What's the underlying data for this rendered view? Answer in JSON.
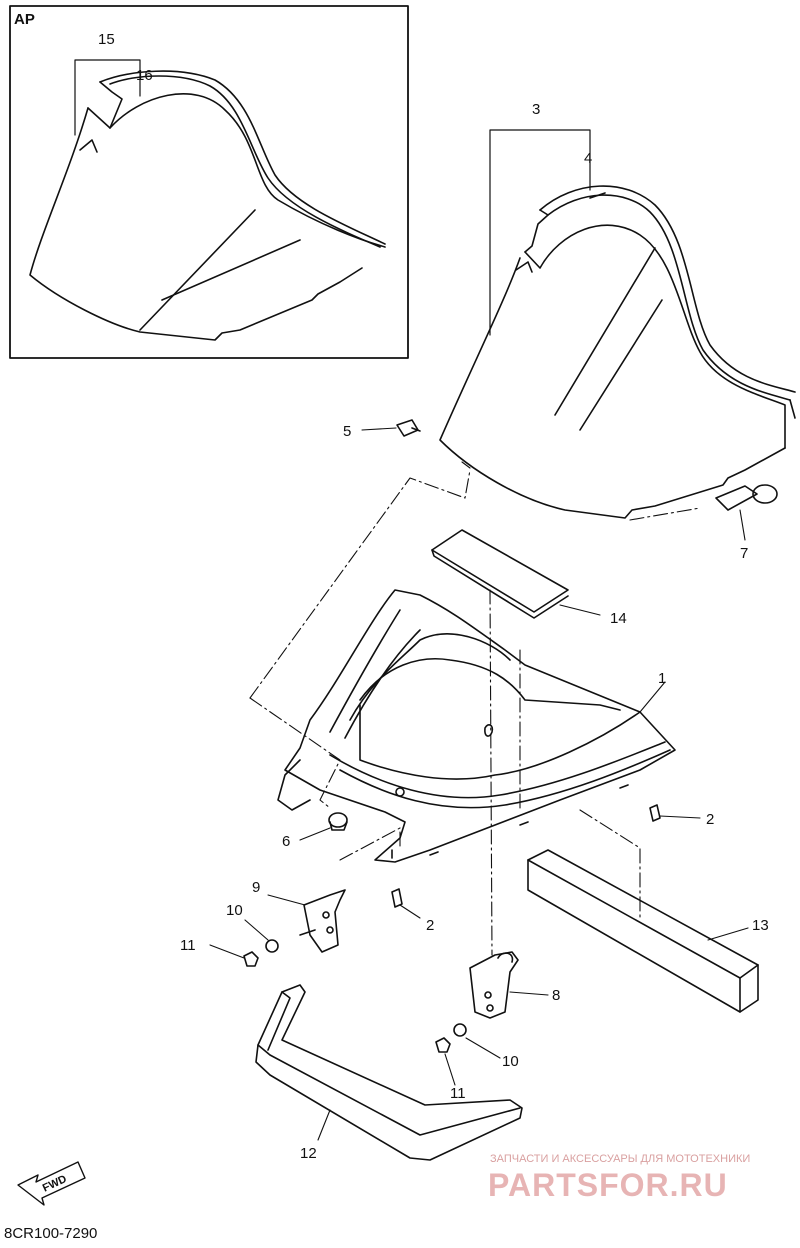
{
  "diagram": {
    "inset_label": "AP",
    "part_code": "8CR100-7290",
    "fwd_label": "FWD",
    "callouts": {
      "c1": "1",
      "c2a": "2",
      "c2b": "2",
      "c3": "3",
      "c4": "4",
      "c5": "5",
      "c6": "6",
      "c7": "7",
      "c8": "8",
      "c9": "9",
      "c10a": "10",
      "c10b": "10",
      "c11a": "11",
      "c11b": "11",
      "c12": "12",
      "c13": "13",
      "c14": "14",
      "c15": "15",
      "c16": "16"
    }
  },
  "watermark": {
    "top": "ЗАПЧАСТИ И АКСЕССУАРЫ ДЛЯ МОТОТЕХНИКИ",
    "main": "PARTSFOR.RU"
  }
}
